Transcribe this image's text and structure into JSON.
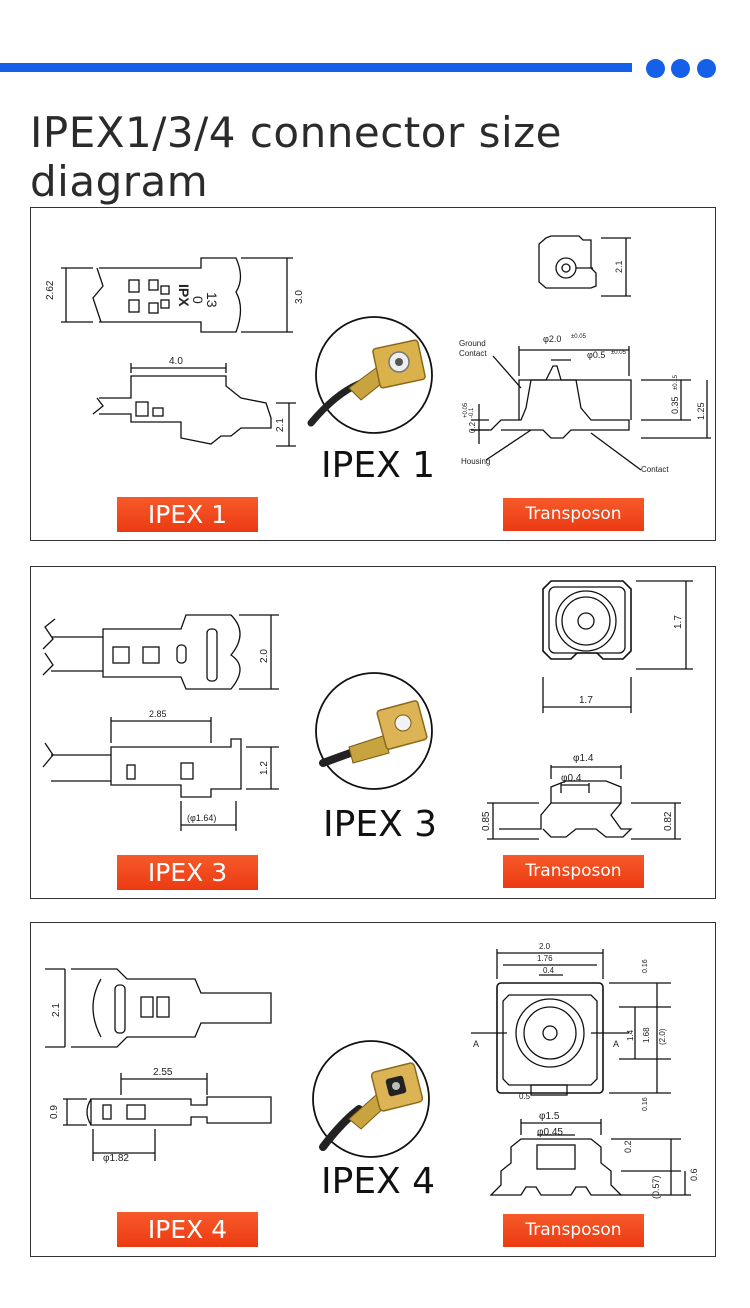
{
  "title": "IPEX1/3/4 connector size diagram",
  "colors": {
    "accent_blue": "#1560e8",
    "tag_orange": "#f04a1e",
    "border": "#333333"
  },
  "panels": [
    {
      "name": "IPEX 1",
      "product_label": "IPEX 1",
      "tag": "IPEX 1",
      "transposon_tag": "Transposon",
      "plug_marking": [
        "13",
        "0",
        "IPX"
      ],
      "plug_dims": {
        "height_left": "2.62",
        "height_right": "3.0",
        "length": "4.0",
        "side_height": "2.1"
      },
      "socket_dims": {
        "top_height": "2.1",
        "outer_dia": "φ2.0",
        "outer_tol": "±0.05",
        "inner_dia": "φ0.5",
        "inner_tol": "±0.05",
        "tol_left_top": "+0.05",
        "tol_left_bottom": "-0.1",
        "left_height": "0.2",
        "contact_height": "0.35",
        "contact_tol": "±0.15",
        "total_height": "1.25"
      },
      "callouts": [
        "Ground",
        "Contact",
        "Housing",
        "Contact"
      ]
    },
    {
      "name": "IPEX 3",
      "product_label": "IPEX 3",
      "tag": "IPEX 3",
      "transposon_tag": "Transposon",
      "plug_dims": {
        "height": "2.0",
        "length": "2.85",
        "side_height": "1.2",
        "diameter": "(φ1.64)"
      },
      "socket_dims": {
        "width": "1.7",
        "height": "1.7",
        "outer_dia": "φ1.4",
        "inner_dia": "φ0.4",
        "left_height": "0.85",
        "right_height": "0.82"
      }
    },
    {
      "name": "IPEX 4",
      "product_label": "IPEX 4",
      "tag": "IPEX 4",
      "transposon_tag": "Transposon",
      "plug_dims": {
        "height": "2.1",
        "length": "2.55",
        "side_height": "0.9",
        "diameter": "φ1.82"
      },
      "socket_dims": {
        "outer_width": "2.0",
        "inner_width": "1.76",
        "center_width": "0.4",
        "right_top": "0.16",
        "right_bottom": "0.16",
        "inner_height": "1.4",
        "body_height": "1.68",
        "outer_height": "(2.0)",
        "bottom_gap": "0.5",
        "section_left": "A",
        "section_right": "A",
        "outer_dia": "φ1.5",
        "inner_dia": "φ0.45",
        "top_step": "0.2",
        "step_height": "(0.57)",
        "total_height": "0.6"
      }
    }
  ]
}
